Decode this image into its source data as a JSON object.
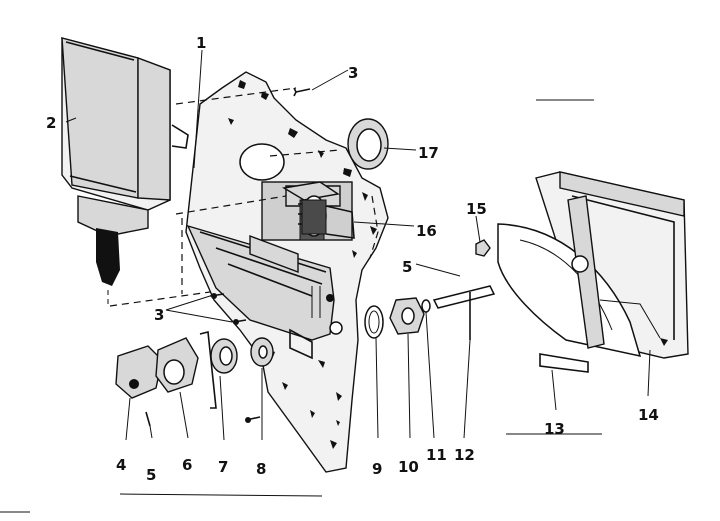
{
  "diagram": {
    "callouts": [
      {
        "id": "c1",
        "label": "1"
      },
      {
        "id": "c2",
        "label": "2"
      },
      {
        "id": "c3a",
        "label": "3"
      },
      {
        "id": "c3b",
        "label": "3"
      },
      {
        "id": "c4",
        "label": "4"
      },
      {
        "id": "c5a",
        "label": "5"
      },
      {
        "id": "c5b",
        "label": "5"
      },
      {
        "id": "c6",
        "label": "6"
      },
      {
        "id": "c7",
        "label": "7"
      },
      {
        "id": "c8",
        "label": "8"
      },
      {
        "id": "c9",
        "label": "9"
      },
      {
        "id": "c10",
        "label": "10"
      },
      {
        "id": "c11",
        "label": "11"
      },
      {
        "id": "c12",
        "label": "12"
      },
      {
        "id": "c13",
        "label": "13"
      },
      {
        "id": "c14",
        "label": "14"
      },
      {
        "id": "c15",
        "label": "15"
      },
      {
        "id": "c16",
        "label": "16"
      },
      {
        "id": "c17",
        "label": "17"
      }
    ]
  }
}
